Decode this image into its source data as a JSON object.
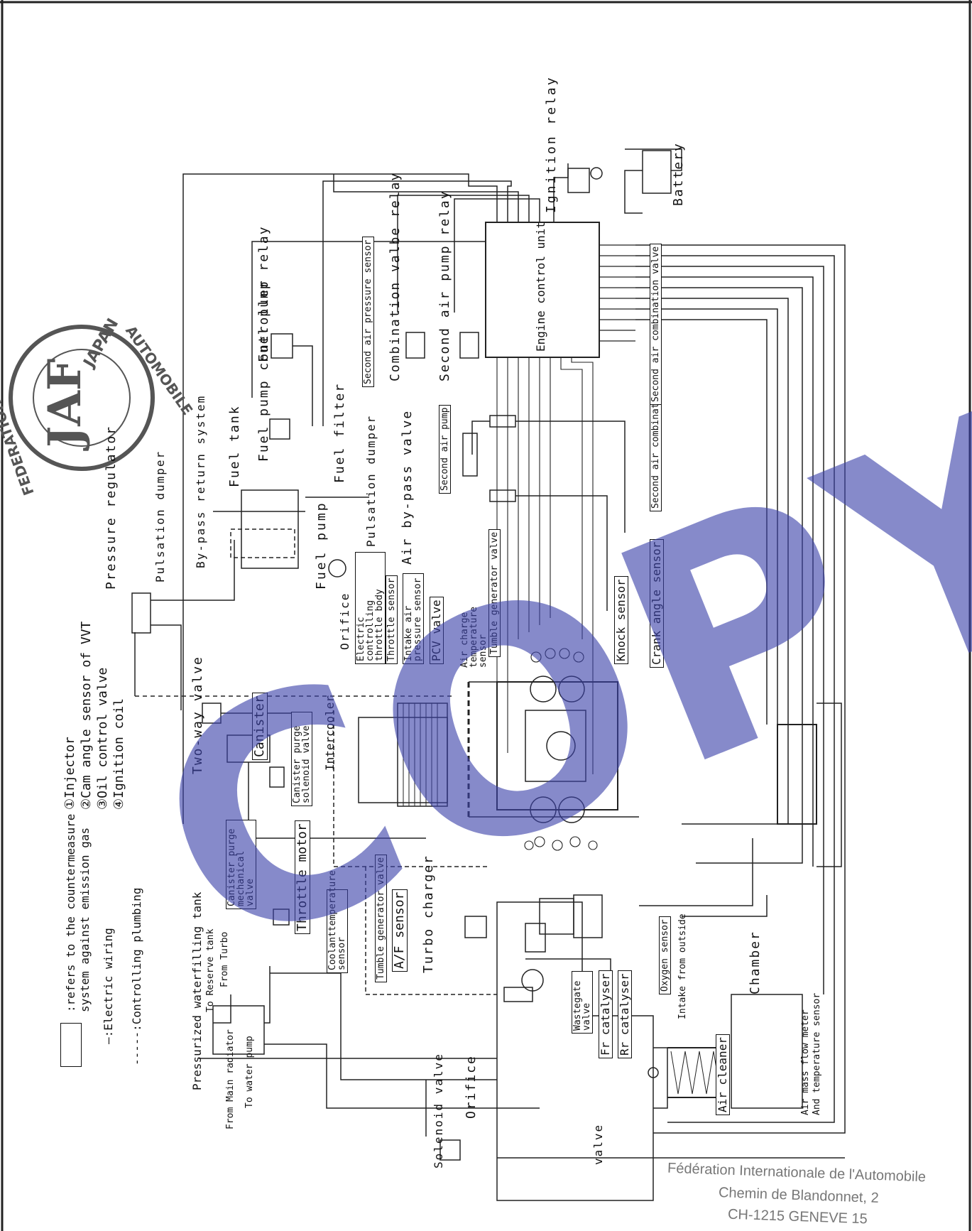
{
  "seal": {
    "ring_text_top": "JAPAN",
    "ring_text_left": "FEDERATION",
    "ring_text_right": "AUTOMOBILE",
    "monogram": "JAF"
  },
  "legend": {
    "box_desc_1": ":refers to the countermeasure",
    "box_desc_2": "system against emission gas",
    "wiring": "—:Electric wiring",
    "plumbing": "-----:Controlling plumbing"
  },
  "numbered_items": [
    "①Injector",
    "②Cam angle sensor of VVT",
    "③Oil control valve",
    "④Ignition coil"
  ],
  "labels": {
    "ignition_relay": "Ignition relay",
    "battery": "Battery",
    "ecu": "Engine control unit",
    "fuel_pump_relay": "Fuel pump relay",
    "fuel_pump_controller": "Fuel pump controller",
    "fuel_tank": "Fuel tank",
    "fuel_filter": "Fuel filter",
    "second_air_pressure_sensor": "Second air pressure sensor",
    "combination_valve_relay": "Combination valbe relay",
    "second_air_pump_relay": "Second air pump relay",
    "second_air_pump": "Second air pump",
    "second_air_combination_valve_1": "Second air combination valve",
    "second_air_combination_valve_2": "Second air combination valve",
    "pulsation_dumper_1": "Pulsation dumper",
    "pulsation_dumper_2": "Pulsation dumper",
    "pressure_regulator": "Pressure regulator",
    "by_pass_return": "By-pass return system",
    "fuel_pump": "Fuel pump",
    "air_bypass_valve": "Air by-pass valve",
    "orifice_1": "Orifice",
    "electric_throttle": "Electric controlling throttle body",
    "throttle_sensor": "Throttle sensor",
    "intake_pressure_sensor": "Intake air pressure sensor",
    "pcv_valve": "PCV valve",
    "air_charge_temp_sensor": "Air charge temperature sensor",
    "tumble_gen_valve_1": "Tumble generator valve",
    "knock_sensor": "Knock sensor",
    "crank_angle_sensor": "Crank angle sensor",
    "two_way_valve": "Two-way valve",
    "canister": "Canister",
    "canister_purge_solenoid": "Canister purge solenoid valve",
    "intercooler": "Intercooler",
    "canister_purge_mech": "Canister purge mechanical valve",
    "throttle_motor": "Throttle motor",
    "coolant_temp_sensor": "Coolanttemperature sensor",
    "tumble_gen_valve_2": "Tumble generator valve",
    "af_sensor": "A/F sensor",
    "turbo_charger": "Turbo charger",
    "wastegate_valve": "Wastegate valve",
    "fr_catalyser": "Fr catalyser",
    "rr_catalyser": "Rr catalyser",
    "oxygen_sensor": "Oxygen sensor",
    "intake_from_outside": "Intake from outside",
    "chamber": "Chamber",
    "air_cleaner": "Air cleaner",
    "air_mass_flow_meter": "Air mass flow meter",
    "and_temp_sensor": "And temperature sensor",
    "pressurized_tank": "Pressurized waterfilling tank",
    "to_reserve_tank": "To Reserve tank",
    "from_turbo": "From Turbo",
    "from_main_radiator": "From Main radiator",
    "to_water_pump": "To water pump",
    "solenoid_valve": "Solenoid valve",
    "orifice_2": "Orifice",
    "valve": "valve"
  },
  "watermark": "COPY",
  "fia_address": {
    "line1": "Fédération Internationale de l'Automobile",
    "line2": "Chemin de Blandonnet, 2",
    "line3": "CH-1215 GENEVE 15"
  },
  "colors": {
    "watermark": "#3c42aa",
    "ink": "#111111",
    "stamp": "#555555"
  }
}
